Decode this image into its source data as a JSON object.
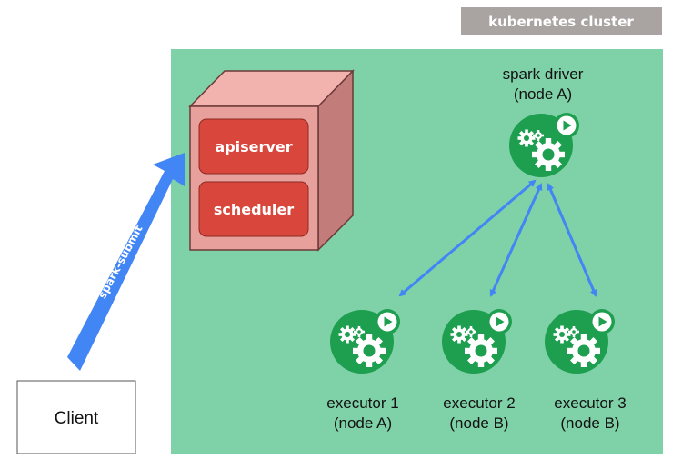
{
  "cluster": {
    "label": "kubernetes cluster",
    "background_color": "#7fd1a8",
    "label_color": "#a9a3a1"
  },
  "control_plane": {
    "boxes": [
      {
        "label": "apiserver"
      },
      {
        "label": "scheduler"
      }
    ],
    "box_color": "#d9473c",
    "cube_front_color": "#e8a09c",
    "cube_top_color": "#f2b3af",
    "cube_side_color": "#c27c79"
  },
  "submit": {
    "label": "spark-submit",
    "color": "#4285f4"
  },
  "client": {
    "label": "Client"
  },
  "driver": {
    "line1": "spark driver",
    "line2": "(node A)"
  },
  "executors": [
    {
      "line1": "executor 1",
      "line2": "(node A)"
    },
    {
      "line1": "executor 2",
      "line2": "(node B)"
    },
    {
      "line1": "executor 3",
      "line2": "(node B)"
    }
  ],
  "icons": {
    "pod_icon": "gears-play-icon",
    "pod_color": "#1e9e4f"
  },
  "connector_color": "#4285f4"
}
